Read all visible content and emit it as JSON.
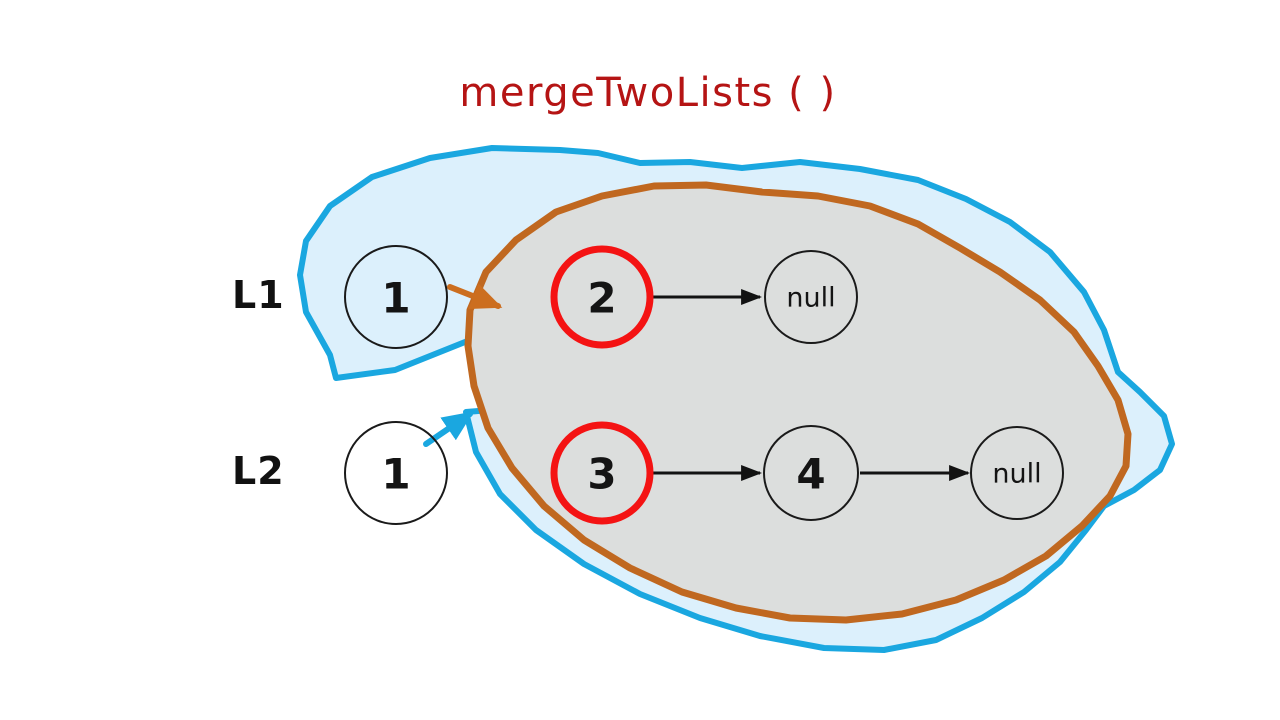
{
  "title": {
    "text": "mergeTwoLists ( )",
    "color": "#b51414"
  },
  "colors": {
    "outer_blob_stroke": "#1aa7e0",
    "outer_blob_fill": "#dcf0fc",
    "inner_blob_stroke": "#c06820",
    "inner_blob_fill": "#dcdedd",
    "highlight_node_stroke": "#f41313",
    "plain_node_stroke": "#1a1a1a",
    "arrow_black": "#121212",
    "arrow_orange": "#cc6e1f",
    "arrow_cyan": "#1aa7e0",
    "background": "#ffffff"
  },
  "lists": [
    {
      "name": "list-1",
      "label": "L1",
      "nodes": [
        {
          "name": "node-l1-1",
          "value": "1",
          "highlighted": false
        },
        {
          "name": "node-l1-2",
          "value": "2",
          "highlighted": true
        },
        {
          "name": "node-l1-null",
          "value": "null",
          "highlighted": false
        }
      ]
    },
    {
      "name": "list-2",
      "label": "L2",
      "nodes": [
        {
          "name": "node-l2-1",
          "value": "1",
          "highlighted": false
        },
        {
          "name": "node-l2-3",
          "value": "3",
          "highlighted": true
        },
        {
          "name": "node-l2-4",
          "value": "4",
          "highlighted": false
        },
        {
          "name": "node-l2-null",
          "value": "null",
          "highlighted": false
        }
      ]
    }
  ],
  "regions": [
    {
      "name": "outer-region",
      "role": "remaining-sublists-after-l2-head"
    },
    {
      "name": "inner-region",
      "role": "remaining-sublists-after-l1-head"
    }
  ]
}
